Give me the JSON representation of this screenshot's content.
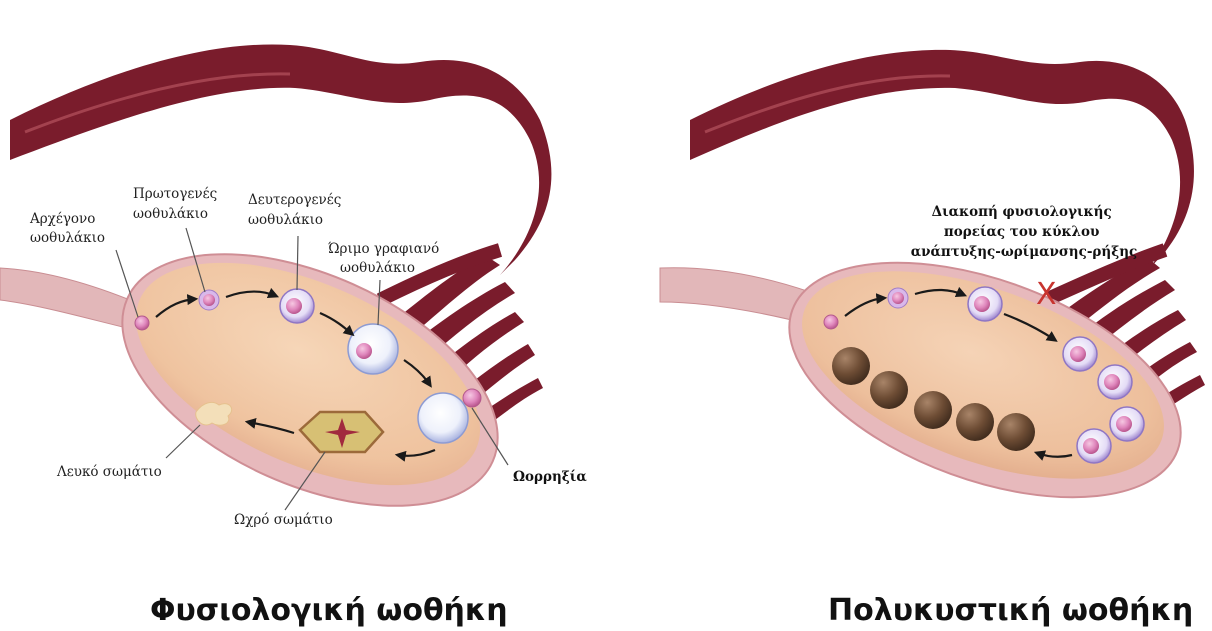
{
  "left_panel": {
    "title": "Φυσιολογική ωοθήκη",
    "labels": {
      "primordial": [
        "Αρχέγονο",
        "ωοθυλάκιο"
      ],
      "primary": [
        "Πρωτογενές",
        "ωοθυλάκιο"
      ],
      "secondary": [
        "Δευτερογενές",
        "ωοθυλάκιο"
      ],
      "graafian": [
        "Ώριμο γραφιανό",
        "ωοθυλάκιο"
      ],
      "ovulation": "Ωορρηξία",
      "corpus_albicans": "Λευκό σωμάτιο",
      "corpus_luteum": "Ωχρό σωμάτιο"
    }
  },
  "right_panel": {
    "title": "Πολυκυστική ωοθήκη",
    "note": [
      "Διακοπή φυσιολογικής",
      "πορείας του κύκλου",
      "ανάπτυξης-ωρίμανσης-ρήξης"
    ],
    "cross_mark": "X"
  },
  "colors": {
    "ovary_fill": "#f0c7a3",
    "ovary_rim": "#d79a9e",
    "tube": "#7a1c2c",
    "ligament": "#e2b7b9",
    "follicle_pink": "#d878b0",
    "cyst_brown": "#6b4a32",
    "cross": "#c8342f"
  }
}
